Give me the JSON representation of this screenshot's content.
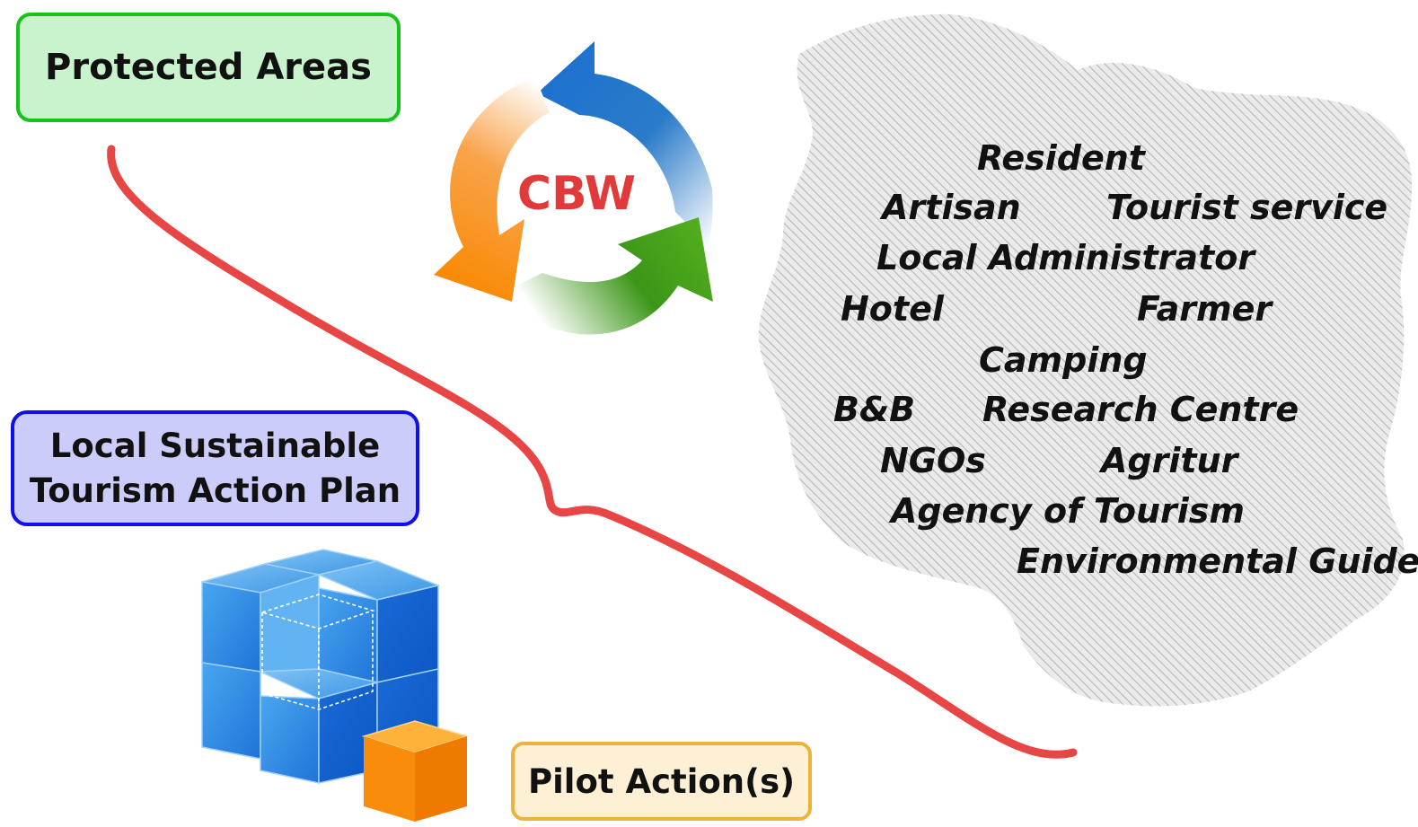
{
  "boxes": {
    "protected_areas": "Protected Areas",
    "lstap_line1": "Local Sustainable",
    "lstap_line2": "Tourism Action Plan",
    "pilot_actions": "Pilot Action(s)"
  },
  "cycle": {
    "label": "CBW"
  },
  "stakeholders": {
    "resident": "Resident",
    "artisan": "Artisan",
    "tourist_service": "Tourist service",
    "local_administrator": "Local Administrator",
    "hotel": "Hotel",
    "farmer": "Farmer",
    "camping": "Camping",
    "bnb": "B&B",
    "research_centre": "Research Centre",
    "ngos": "NGOs",
    "agritur": "Agritur",
    "agency_of_tourism": "Agency of Tourism",
    "environmental_guide": "Environmental Guide"
  },
  "colors": {
    "brace": "#e84545",
    "cbw": "#e03a3a",
    "arrow_blue": "#1f73cf",
    "arrow_green": "#3f9a1a",
    "arrow_orange": "#f7890a",
    "pa_border": "#17c21b",
    "lstap_border": "#1010ee",
    "pilot_border": "#ecb23c"
  },
  "icons": [
    "cycle-arrows-icon",
    "cubes-icon",
    "curly-brace-icon",
    "hatched-cloud-icon"
  ]
}
